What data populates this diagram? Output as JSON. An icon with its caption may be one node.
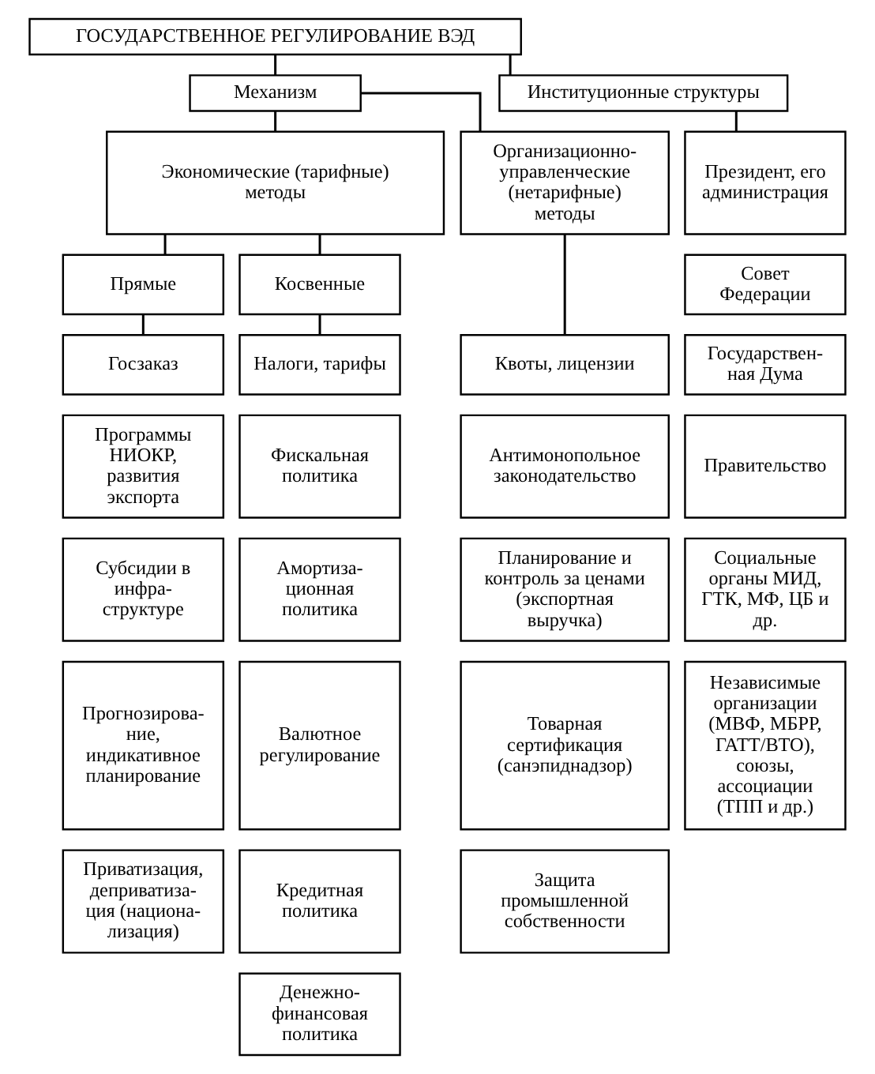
{
  "diagram": {
    "nodes": [
      {
        "text": [
          "ГОСУДАРСТВЕННОЕ РЕГУЛИРОВАНИЕ ВЭД"
        ]
      },
      {
        "text": [
          "Механизм"
        ]
      },
      {
        "text": [
          "Институционные структуры"
        ]
      },
      {
        "text": [
          "Экономические (тарифные) методы"
        ]
      },
      {
        "text": [
          "Организационно- управленческие (нетарифные) методы"
        ]
      },
      {
        "text": [
          "Прямые"
        ]
      },
      {
        "text": [
          "Косвенные"
        ]
      },
      {
        "text": [
          "Госзаказ"
        ]
      },
      {
        "text": [
          "Программы НИОКР, развития экспорта"
        ]
      },
      {
        "text": [
          "Субсидии в инфра- структуре"
        ]
      },
      {
        "text": [
          "Прогнозирова- ние, индикативное планирование"
        ]
      },
      {
        "text": [
          "Приватизация, деприватиза- ция (национа- лизация)"
        ]
      },
      {
        "text": [
          "Налоги, тарифы"
        ]
      },
      {
        "text": [
          "Фискальная политика"
        ]
      },
      {
        "text": [
          "Амортиза- ционная политика"
        ]
      },
      {
        "text": [
          "Валютное регулирование"
        ]
      },
      {
        "text": [
          "Кредитная политика"
        ]
      },
      {
        "text": [
          "Денежно- финансовая политика"
        ]
      },
      {
        "text": [
          "Квоты, лицензии"
        ]
      },
      {
        "text": [
          "Антимонопольное законодательство"
        ]
      },
      {
        "text": [
          "Планирование и контроль за ценами (экспортная выручка)"
        ]
      },
      {
        "text": [
          "Товарная сертификация (санэпиднадзор)"
        ]
      },
      {
        "text": [
          "Защита промышленной собственности"
        ]
      },
      {
        "text": [
          "Президент, его администрация"
        ]
      },
      {
        "text": [
          "Совет Федерации"
        ]
      },
      {
        "text": [
          "Государствен- ная Дума"
        ]
      },
      {
        "text": [
          "Правительство"
        ]
      },
      {
        "text": [
          "Социальные органы МИД, ГТК, МФ, ЦБ и др."
        ]
      },
      {
        "text": [
          "Независимые организации (МВФ, МБРР, ГАТТ/ВТО), союзы, ассоциации (ТПП и др.)"
        ]
      }
    ],
    "edges": [
      {
        "from": 0,
        "to": 1,
        "arrow": "none"
      },
      {
        "from": 0,
        "to": 2,
        "arrow": "none"
      },
      {
        "from": 1,
        "to": 3,
        "arrow": "none"
      },
      {
        "from": 1,
        "to": 4,
        "arrow": "none"
      },
      {
        "from": 2,
        "to": 23,
        "arrow": "none"
      },
      {
        "from": 3,
        "to": 5,
        "arrow": "none"
      },
      {
        "from": 3,
        "to": 6,
        "arrow": "none"
      },
      {
        "from": 5,
        "to": 7,
        "arrow": "none"
      },
      {
        "from": 6,
        "to": 12,
        "arrow": "none"
      },
      {
        "from": 4,
        "to": 18,
        "arrow": "none"
      }
    ]
  }
}
